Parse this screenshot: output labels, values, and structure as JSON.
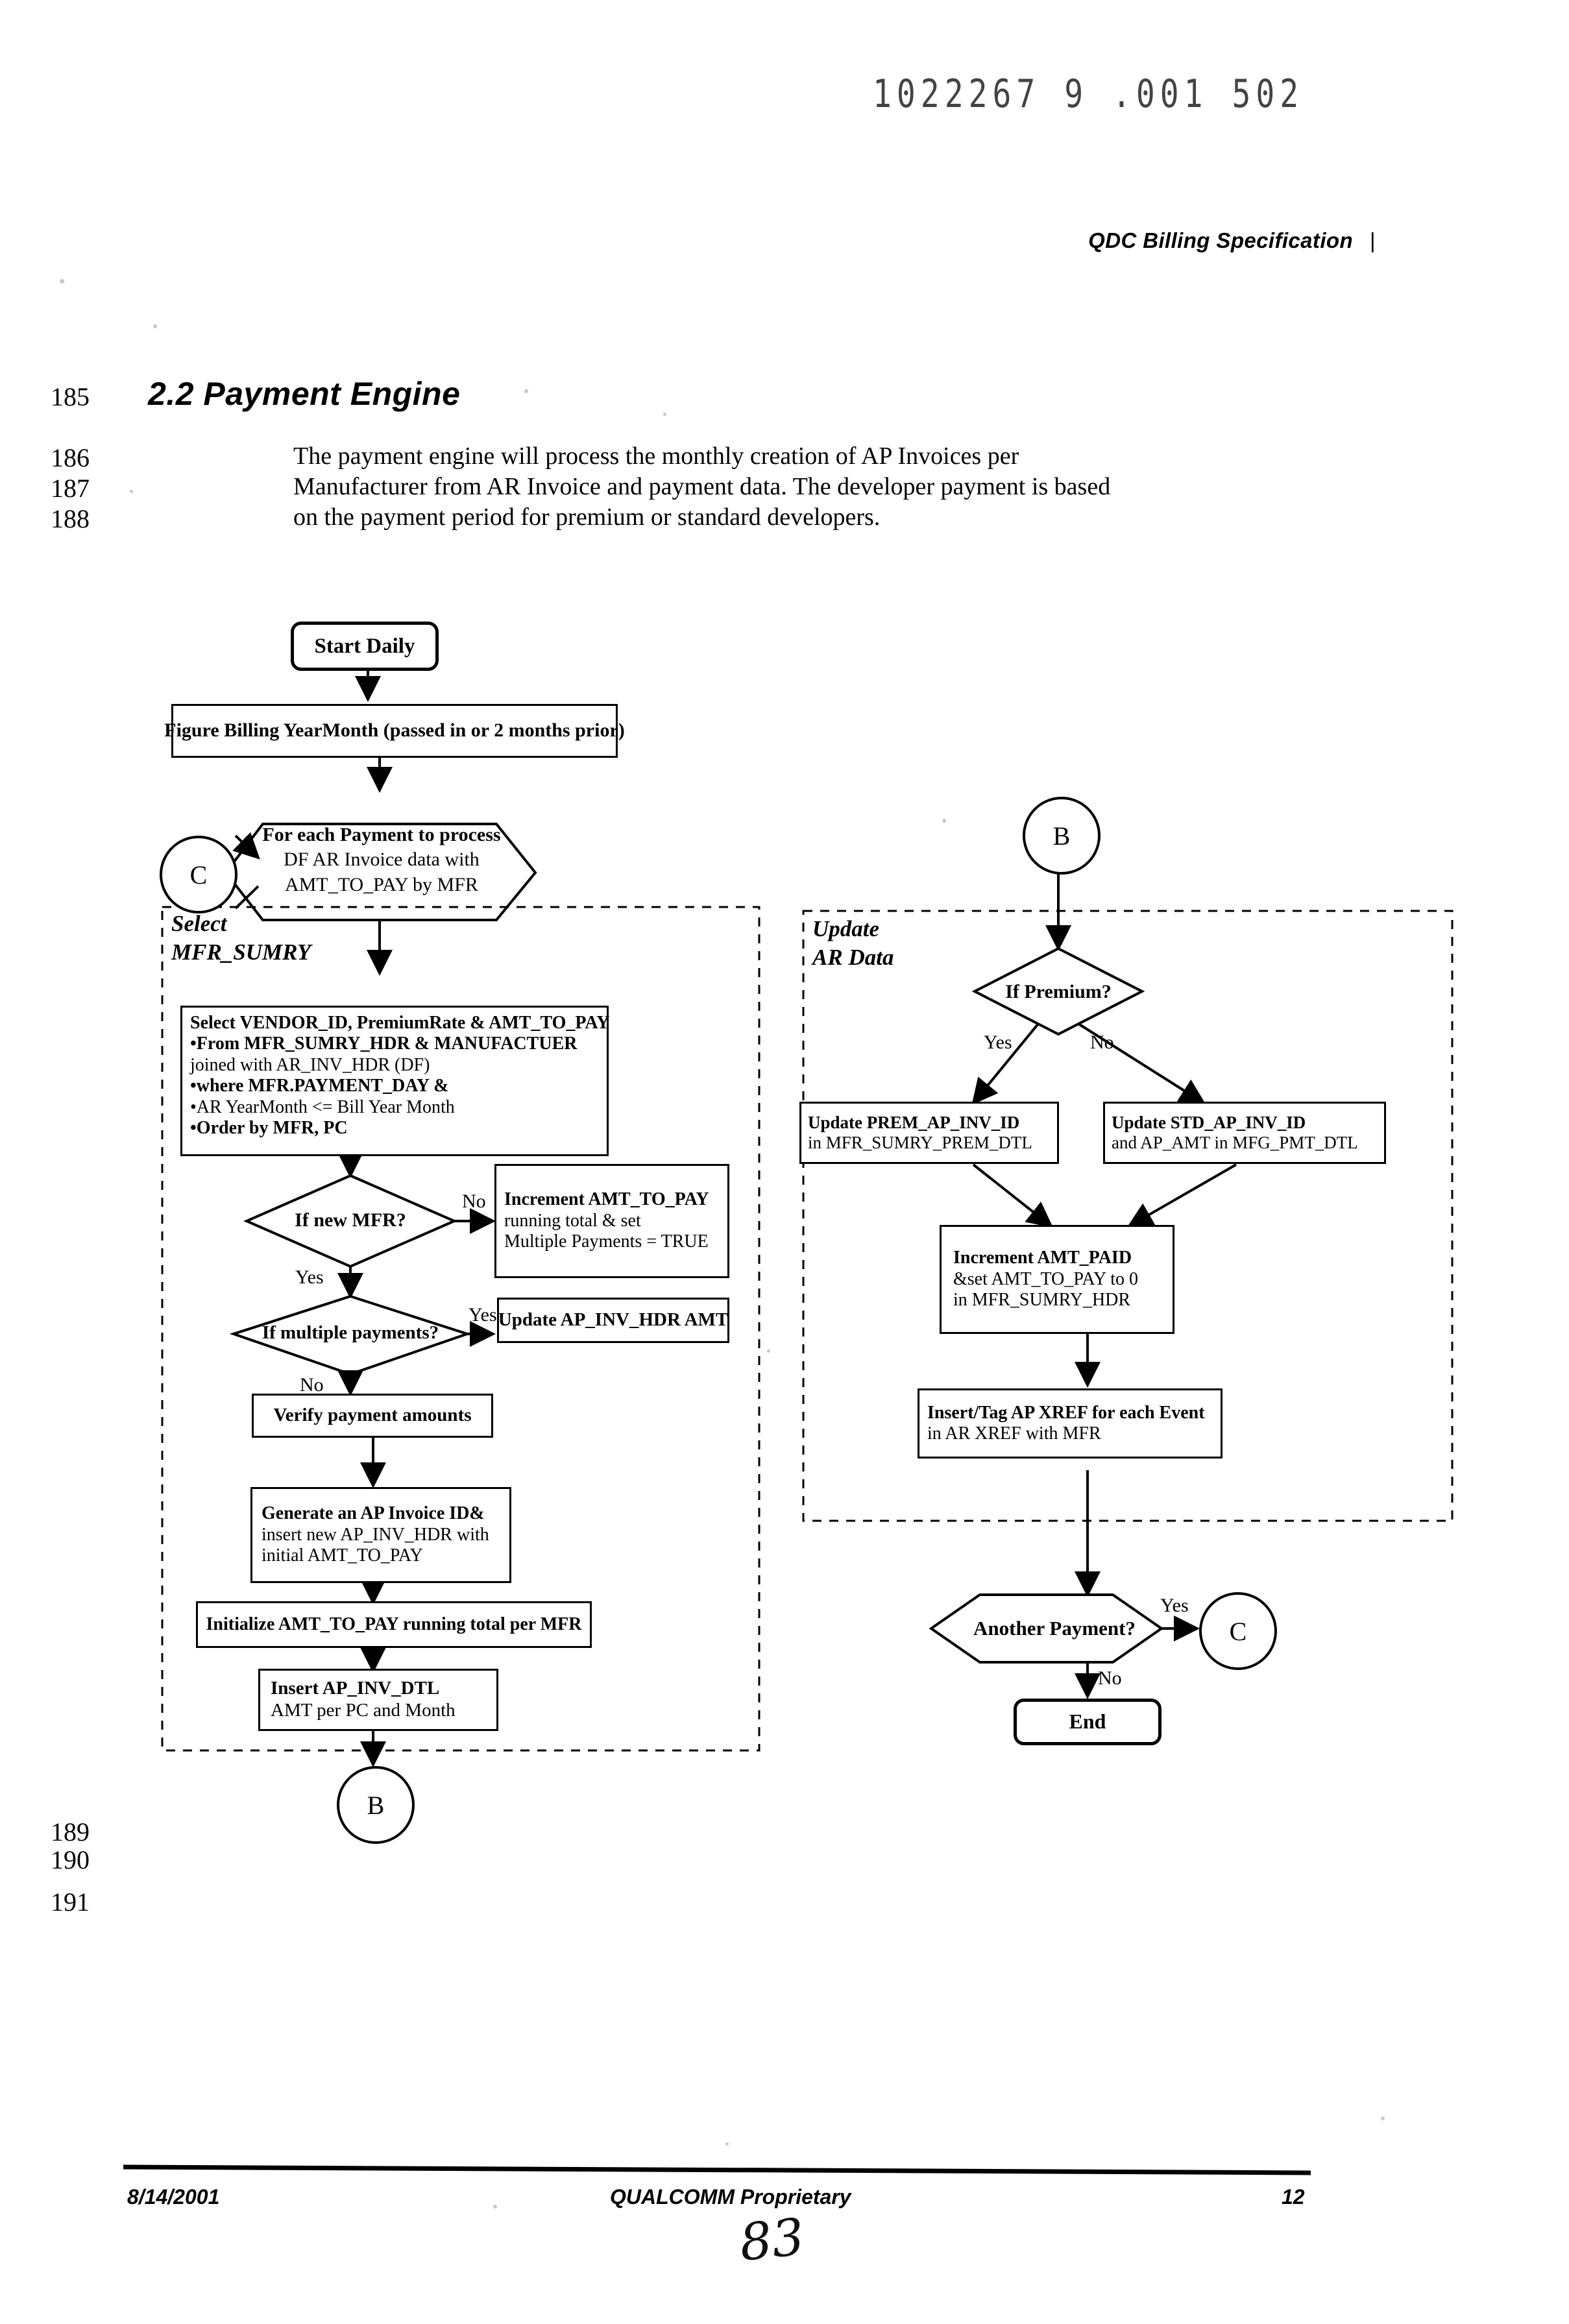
{
  "stamp": {
    "bates": "1022267 9 .001 502"
  },
  "header": {
    "title": "QDC Billing Specification",
    "change_bar": "|"
  },
  "section": {
    "number_line": "185",
    "heading": "2.2 Payment Engine",
    "paragraph_lines": [
      {
        "no": "186",
        "text": "The payment engine will process the monthly creation of AP Invoices per"
      },
      {
        "no": "187",
        "text": "Manufacturer from AR Invoice and payment data.  The developer payment is based"
      },
      {
        "no": "188",
        "text": "on the payment period for premium or standard developers."
      }
    ],
    "trailing_line_numbers": [
      "189",
      "190",
      "191"
    ]
  },
  "flowchart": {
    "start": "Start Daily",
    "figure_box": "Figure Billing YearMonth (passed in or 2 months prior)",
    "connector_c_left": "C",
    "connector_b_right": "B",
    "connector_b_bottom": "B",
    "connector_c_right": "C",
    "loop_hexagon": [
      "For each Payment to process",
      "DF AR Invoice data with",
      "AMT_TO_PAY by MFR"
    ],
    "group_left": {
      "line1": "Select",
      "line2": "MFR_SUMRY"
    },
    "group_right": {
      "line1": "Update",
      "line2": "AR Data"
    },
    "select_box": [
      "Select VENDOR_ID, PremiumRate & AMT_TO_PAY",
      "•From MFR_SUMRY_HDR & MANUFACTUER",
      "joined with AR_INV_HDR (DF)",
      "•where MFR.PAYMENT_DAY &",
      "•AR YearMonth <= Bill Year Month",
      "•Order by MFR, PC"
    ],
    "decision_new_mfr": "If new MFR?",
    "decision_new_mfr_yes": "Yes",
    "decision_new_mfr_no": "No",
    "increment_amt_to_pay": [
      "Increment AMT_TO_PAY",
      "running total & set",
      "Multiple Payments = TRUE"
    ],
    "decision_multiple_payments": "If multiple payments?",
    "decision_multiple_payments_yes": "Yes",
    "decision_multiple_payments_no": "No",
    "update_ap_inv_hdr_amt": "Update AP_INV_HDR AMT",
    "verify_payment_amounts": "Verify payment amounts",
    "generate_ap_invoice": [
      "Generate an AP Invoice ID&",
      "insert new AP_INV_HDR with",
      "initial AMT_TO_PAY"
    ],
    "initialize_running_total": "Initialize AMT_TO_PAY running total per MFR",
    "insert_ap_inv_dtl": [
      "Insert AP_INV_DTL",
      "AMT per PC and Month"
    ],
    "decision_if_premium": "If Premium?",
    "decision_if_premium_yes": "Yes",
    "decision_if_premium_no": "No",
    "update_prem": [
      "Update PREM_AP_INV_ID",
      "in MFR_SUMRY_PREM_DTL"
    ],
    "update_std": [
      "Update STD_AP_INV_ID",
      "and AP_AMT in MFG_PMT_DTL"
    ],
    "increment_amt_paid": [
      "Increment AMT_PAID",
      "&set AMT_TO_PAY to 0",
      "in MFR_SUMRY_HDR"
    ],
    "insert_tag_xref": [
      "Insert/Tag AP XREF for each Event",
      "in AR XREF with MFR"
    ],
    "decision_another_payment": "Another Payment?",
    "decision_another_payment_yes": "Yes",
    "decision_another_payment_no": "No",
    "end": "End"
  },
  "footer": {
    "date": "8/14/2001",
    "center": "QUALCOMM Proprietary",
    "page": "12",
    "handwritten_page": "83"
  }
}
